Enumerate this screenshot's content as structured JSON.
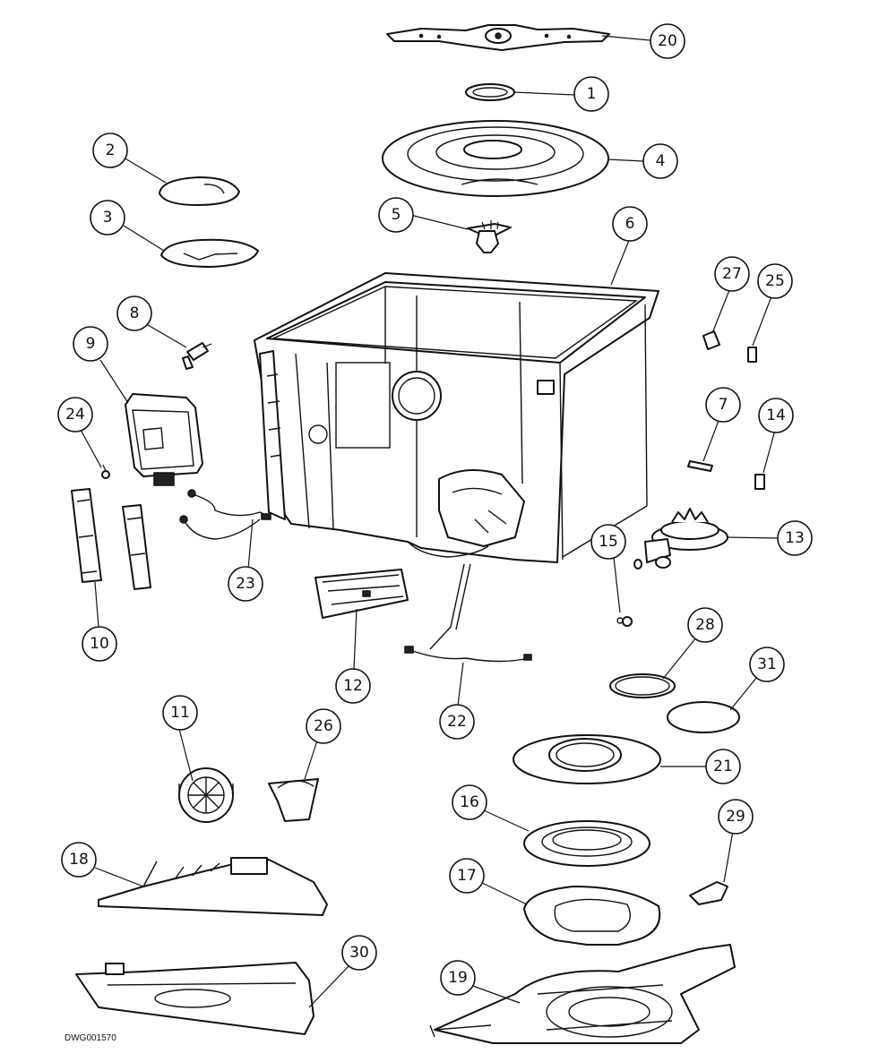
{
  "diagram": {
    "drawing_code": "DWG001570",
    "callouts": [
      {
        "id": "20",
        "label": "20"
      },
      {
        "id": "1",
        "label": "1"
      },
      {
        "id": "4",
        "label": "4"
      },
      {
        "id": "2",
        "label": "2"
      },
      {
        "id": "3",
        "label": "3"
      },
      {
        "id": "5",
        "label": "5"
      },
      {
        "id": "6",
        "label": "6"
      },
      {
        "id": "27",
        "label": "27"
      },
      {
        "id": "25",
        "label": "25"
      },
      {
        "id": "8",
        "label": "8"
      },
      {
        "id": "9",
        "label": "9"
      },
      {
        "id": "24",
        "label": "24"
      },
      {
        "id": "7",
        "label": "7"
      },
      {
        "id": "14",
        "label": "14"
      },
      {
        "id": "13",
        "label": "13"
      },
      {
        "id": "15",
        "label": "15"
      },
      {
        "id": "23",
        "label": "23"
      },
      {
        "id": "10",
        "label": "10"
      },
      {
        "id": "12",
        "label": "12"
      },
      {
        "id": "28",
        "label": "28"
      },
      {
        "id": "31",
        "label": "31"
      },
      {
        "id": "22",
        "label": "22"
      },
      {
        "id": "11",
        "label": "11"
      },
      {
        "id": "26",
        "label": "26"
      },
      {
        "id": "21",
        "label": "21"
      },
      {
        "id": "16",
        "label": "16"
      },
      {
        "id": "29",
        "label": "29"
      },
      {
        "id": "18",
        "label": "18"
      },
      {
        "id": "17",
        "label": "17"
      },
      {
        "id": "30",
        "label": "30"
      },
      {
        "id": "19",
        "label": "19"
      }
    ]
  }
}
